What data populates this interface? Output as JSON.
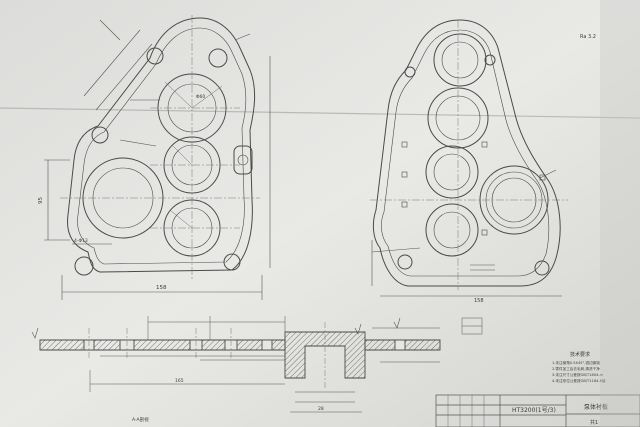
{
  "drawing": {
    "part_code": "HT3200(1号/3)",
    "title_block_name": "泵体衬板",
    "sheet_ref": "共1",
    "roughness_note": "Ra 3.2",
    "tech_requirements_title": "技术要求",
    "tech_requirements": [
      "1.未注倒角0.5X45°,锐边倒钝",
      "2.零件加工后去毛刺,清洗干净",
      "3.未注尺寸公差按GB/T1804-m",
      "4.未注形位公差按GB/T1184-K级"
    ],
    "section_label": "A-A剖视",
    "dims": {
      "left_width": "158",
      "right_width": "158",
      "left_height": "95",
      "bottom_len": "165",
      "hole_label": "4-Φ13",
      "bore_label": "Φ60",
      "depth": "28"
    }
  },
  "colors": {
    "paper": "#e9e9e6",
    "line": "#4a4a4a",
    "thin": "#6a6a6a"
  }
}
